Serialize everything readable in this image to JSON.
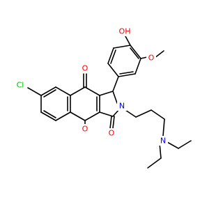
{
  "molecule": {
    "colors": {
      "bond": "#000000",
      "oxygen": "#ff0000",
      "nitrogen": "#0000ff",
      "chlorine": "#00c000",
      "background": "#ffffff"
    },
    "labels": {
      "cl": "Cl",
      "o_carbonyl_top": "O",
      "o_carbonyl_bottom": "O",
      "o_ring": "O",
      "n_lactam": "N",
      "n_amine": "N",
      "oh": "OH",
      "o_methoxy": "O"
    }
  }
}
